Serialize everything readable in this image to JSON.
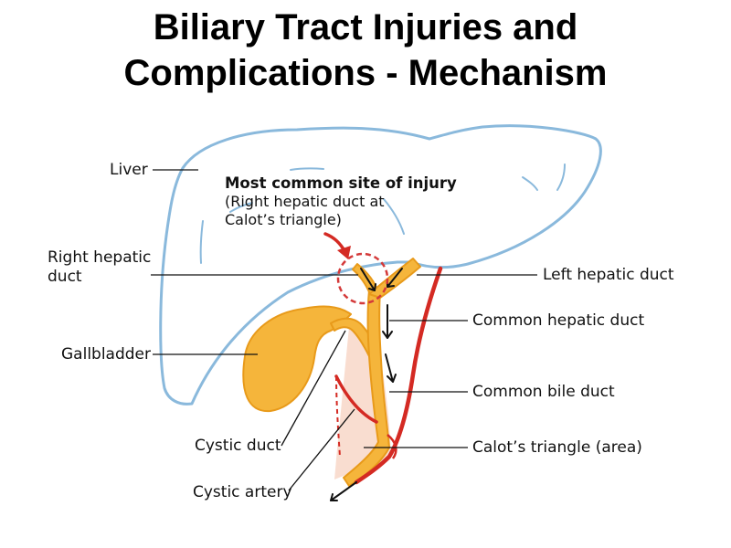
{
  "title": {
    "line1": "Biliary Tract Injuries and",
    "line2": "Complications - Mechanism"
  },
  "callout": {
    "heading": "Most common site of injury",
    "line1": "(Right hepatic duct at",
    "line2": "Calot’s triangle)"
  },
  "labels": {
    "liver": "Liver",
    "right_hepatic_duct_1": "Right hepatic",
    "right_hepatic_duct_2": "duct",
    "gallbladder": "Gallbladder",
    "cystic_duct": "Cystic duct",
    "cystic_artery": "Cystic artery",
    "left_hepatic_duct": "Left hepatic duct",
    "common_hepatic_duct": "Common hepatic duct",
    "common_bile_duct": "Common bile duct",
    "calots_triangle": "Calot’s triangle (area)"
  },
  "colors": {
    "liver_outline": "#8ab9dc",
    "duct_fill": "#f5b53b",
    "duct_outline": "#e89a1a",
    "artery": "#d42a23",
    "triangle_fill": "#f9ddd0",
    "injury_circle": "#d43a3a",
    "leader_line": "#111111"
  },
  "icons": [
    "injury-site-circle",
    "injury-arrow",
    "bile-flow-arrows"
  ]
}
